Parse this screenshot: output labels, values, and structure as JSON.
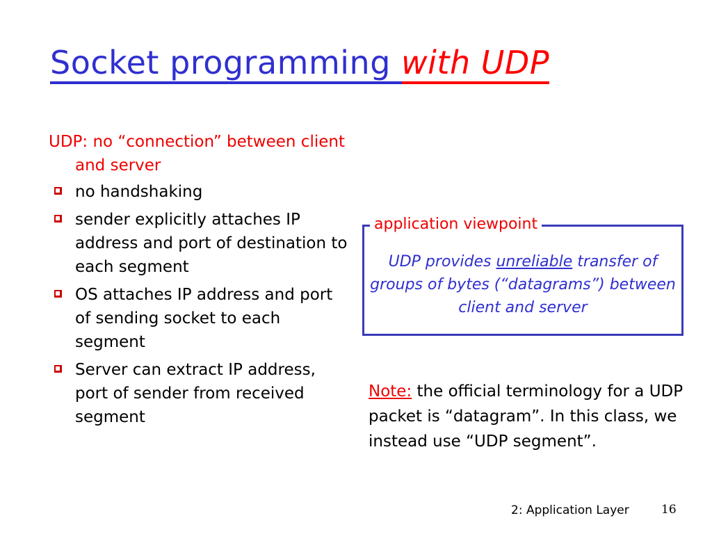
{
  "title": {
    "part1": "Socket programming ",
    "part2": "with UDP"
  },
  "left": {
    "lead": "UDP: no “connection” between client and server",
    "bullets": [
      "no handshaking",
      "sender explicitly attaches IP address and port of destination to each segment",
      "OS attaches IP address and port of sending socket to each segment",
      "Server can extract IP address, port of sender from received segment"
    ]
  },
  "viewpoint": {
    "label": "application viewpoint",
    "text_before": "UDP provides ",
    "text_underlined": "unreliable",
    "text_after": " transfer of groups of bytes (“datagrams”) between client and server"
  },
  "note": {
    "label": "Note:",
    "text": " the official terminology for a UDP packet is “datagram”. In this class, we instead use “UDP segment”."
  },
  "footer": {
    "text": "2: Application Layer",
    "page_number": "16"
  },
  "colors": {
    "title_blue": "#2f2fd0",
    "accent_red": "#ee0000",
    "box_border": "#3a3ab8"
  },
  "icons": {
    "bullet": "square-bullet-icon"
  }
}
